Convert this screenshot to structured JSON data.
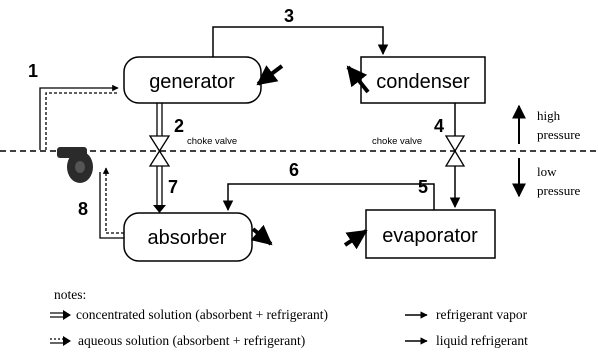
{
  "components": {
    "generator": "generator",
    "condenser": "condenser",
    "absorber": "absorber",
    "evaporator": "evaporator"
  },
  "valves": {
    "left_label": "choke valve",
    "right_label": "choke valve"
  },
  "streams": [
    "1",
    "2",
    "3",
    "4",
    "5",
    "6",
    "7",
    "8"
  ],
  "pressure": {
    "high": [
      "high",
      "pressure"
    ],
    "low": [
      "low",
      "pressure"
    ]
  },
  "notes": {
    "title": "notes:",
    "concentrated": "concentrated solution (absorbent + refrigerant)",
    "aqueous": "aqueous solution (absorbent + refrigerant)",
    "vapor": "refrigerant vapor",
    "liquid": "liquid refrigerant"
  },
  "colors": {
    "line": "#000000",
    "pump": "#2b2b2b"
  }
}
